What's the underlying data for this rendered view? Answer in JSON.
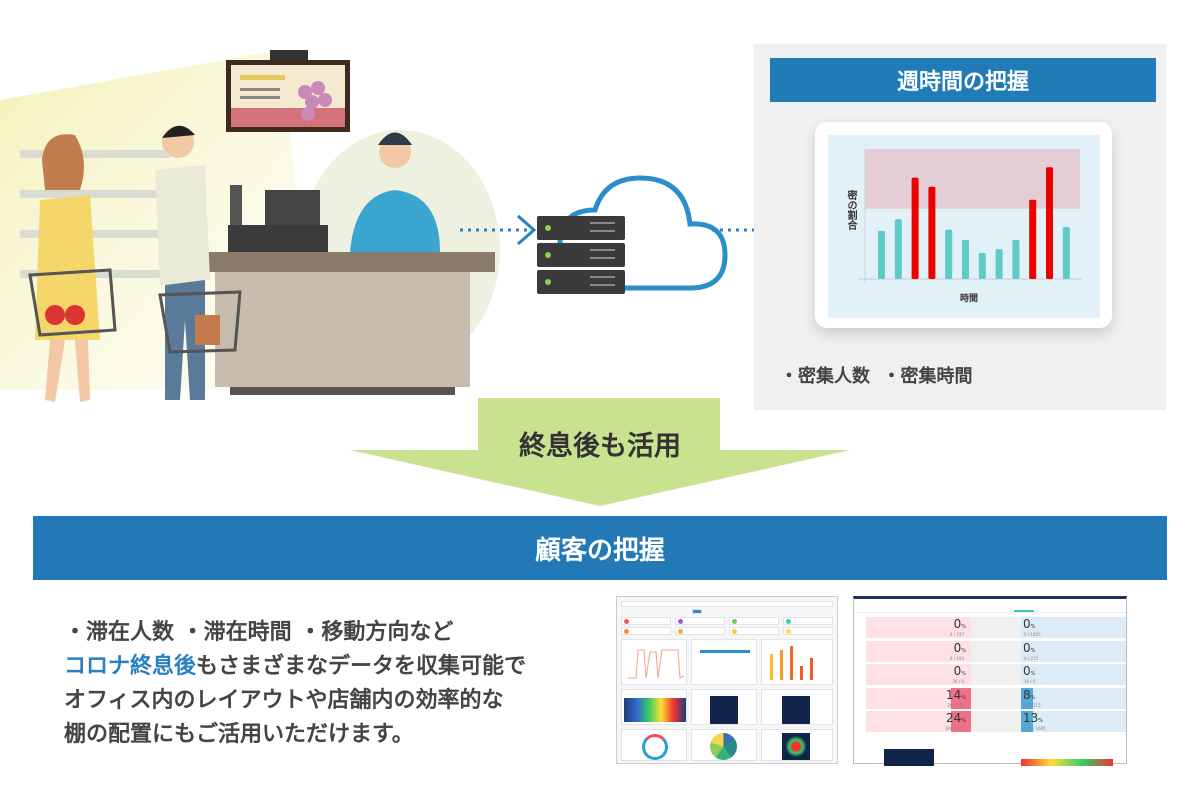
{
  "week_panel": {
    "title": "週時間の把握",
    "metrics": [
      "・密集人数",
      "・密集時間"
    ],
    "accent": "#217bb8"
  },
  "chart_data": {
    "type": "bar",
    "ylabel": "密の割合",
    "xlabel": "時間",
    "values": [
      37,
      46,
      78,
      71,
      38,
      30,
      20,
      23,
      30,
      61,
      86,
      40
    ],
    "threshold": 54,
    "ylim": [
      0,
      100
    ],
    "colors": {
      "normal": "#5ecbc8",
      "over": "#ee0000",
      "danger_band": "#e4cdd5",
      "plot_bg": "#e2f0f8"
    }
  },
  "transition": {
    "label": "終息後も活用",
    "color": "#c9e28f"
  },
  "banner": {
    "title": "顧客の把握",
    "color": "#2279b6"
  },
  "description": {
    "line1": "・滞在人数 ・滞在時間 ・移動方向など",
    "highlight": "コロナ終息後",
    "line2_rest": "もさまざまなデータを収集可能で",
    "line3": "オフィス内のレイアウトや店舗内の効率的な",
    "line4": "棚の配置にもご活用いただけます。"
  },
  "screenshot_right": {
    "rows": [
      {
        "left_pct": "0",
        "left_sub": "0 / 747",
        "right_pct": "0",
        "right_sub": "0 / 1605"
      },
      {
        "left_pct": "0",
        "left_sub": "0 / 104",
        "right_pct": "0",
        "right_sub": "0 / 215"
      },
      {
        "left_pct": "0",
        "left_sub": "26 / 0",
        "right_pct": "0",
        "right_sub": "19 / 0"
      },
      {
        "left_pct": "14",
        "left_sub": "26 / 104",
        "right_pct": "8",
        "right_sub": "18 / 215"
      },
      {
        "left_pct": "24",
        "left_sub": "184 / 747",
        "right_pct": "13",
        "right_sub": "203 / 1605"
      }
    ]
  }
}
